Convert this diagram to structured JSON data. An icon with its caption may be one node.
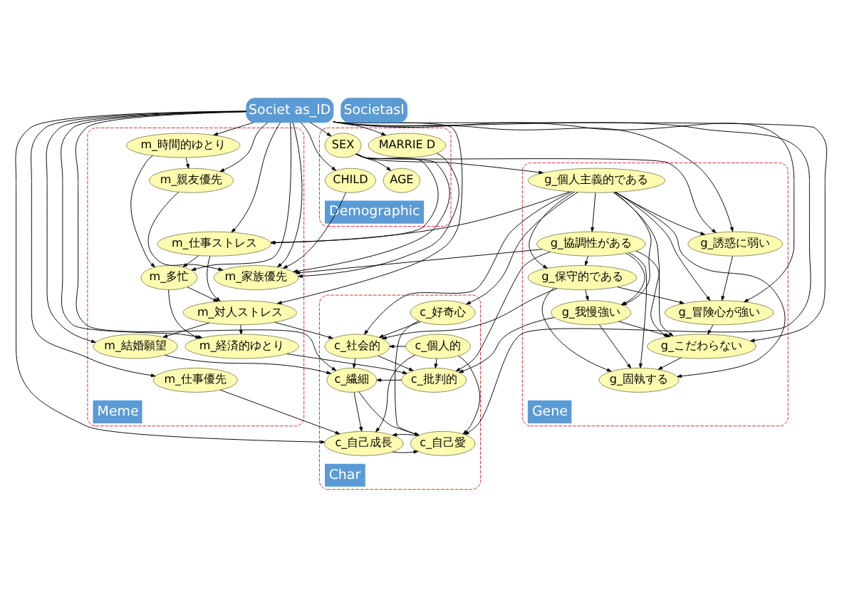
{
  "diagram": {
    "nodes": [
      {
        "text": [
          "Char"
        ]
      },
      {
        "text": [
          "c_自己愛"
        ],
        "in": 0
      },
      {
        "text": [
          "c_繊細"
        ],
        "in": 0
      },
      {
        "text": [
          "c_自己成長"
        ],
        "in": 0
      },
      {
        "text": [
          "c_批判的"
        ],
        "in": 0
      },
      {
        "text": [
          "c_個人的"
        ],
        "in": 0
      },
      {
        "text": [
          "c_社会的"
        ],
        "in": 0
      },
      {
        "text": [
          "c_好奇心"
        ],
        "in": 0
      },
      {
        "text": [
          "Meme"
        ]
      },
      {
        "text": [
          "m_仕事優先"
        ],
        "in": 8
      },
      {
        "text": [
          "m_結婚願望"
        ],
        "in": 8
      },
      {
        "text": [
          "m_経済的ゆとり"
        ],
        "in": 8
      },
      {
        "text": [
          "m_時間的ゆとり"
        ],
        "in": 8
      },
      {
        "text": [
          "m_対人ストレス"
        ],
        "in": 8
      },
      {
        "text": [
          "m_多忙"
        ],
        "in": 8
      },
      {
        "text": [
          "m_仕事ストレス"
        ],
        "in": 8
      },
      {
        "text": [
          "m_親友優先"
        ],
        "in": 8
      },
      {
        "text": [
          "m_家族優先"
        ],
        "in": 8
      },
      {
        "text": [
          "Societ as_ID"
        ]
      },
      {
        "text": [
          "SocietasI"
        ]
      },
      {
        "text": [
          "Demographic"
        ]
      },
      {
        "text": [
          "SEX"
        ],
        "in": 20
      },
      {
        "text": [
          "CHILD"
        ],
        "in": 20
      },
      {
        "text": [
          "AGE"
        ],
        "in": 20
      },
      {
        "text": [
          "MARRIE D"
        ],
        "in": 20
      },
      {
        "text": [
          "Gene"
        ]
      },
      {
        "text": [
          "g_個人主義的である"
        ],
        "in": 25
      },
      {
        "text": [
          "g_協調性がある"
        ],
        "in": 25
      },
      {
        "text": [
          "g_誘惑に弱い"
        ],
        "in": 25
      },
      {
        "text": [
          "g_保守的である"
        ],
        "in": 25
      },
      {
        "text": [
          "g_冒険心が強い"
        ],
        "in": 25
      },
      {
        "text": [
          "g_我慢強い"
        ],
        "in": 25
      },
      {
        "text": [
          "g_こだわらない"
        ],
        "in": 25
      },
      {
        "text": [
          "g_固執する"
        ],
        "in": 25
      }
    ],
    "edges": [
      {
        "from": 18,
        "to": 1,
        "arrow": "to"
      },
      {
        "from": 18,
        "to": 2,
        "arrow": "to"
      },
      {
        "from": 18,
        "to": 3,
        "arrow": "to"
      },
      {
        "from": 18,
        "to": 9,
        "arrow": "to"
      },
      {
        "from": 18,
        "to": 10,
        "arrow": "to"
      },
      {
        "from": 18,
        "to": 11,
        "arrow": "to"
      },
      {
        "from": 18,
        "to": 12,
        "arrow": "to"
      },
      {
        "from": 18,
        "to": 13,
        "arrow": "to"
      },
      {
        "from": 18,
        "to": 14,
        "arrow": "to"
      },
      {
        "from": 18,
        "to": 15,
        "arrow": "to"
      },
      {
        "from": 18,
        "to": 16,
        "arrow": "to"
      },
      {
        "from": 18,
        "to": 17,
        "arrow": "to"
      },
      {
        "from": 18,
        "to": 21,
        "arrow": "to"
      },
      {
        "from": 18,
        "to": 22,
        "arrow": "to"
      },
      {
        "from": 18,
        "to": 24,
        "arrow": "to"
      },
      {
        "from": 18,
        "to": 28,
        "arrow": "to"
      },
      {
        "from": 18,
        "to": 30,
        "arrow": "to"
      },
      {
        "from": 18,
        "to": 32,
        "arrow": "to"
      },
      {
        "from": 5,
        "to": 3,
        "arrow": "to"
      },
      {
        "from": 5,
        "to": 4,
        "arrow": "to"
      },
      {
        "from": 5,
        "to": 6,
        "arrow": "to"
      },
      {
        "from": 5,
        "to": 1,
        "arrow": "to"
      },
      {
        "from": 7,
        "to": 6,
        "arrow": "to"
      },
      {
        "from": 7,
        "to": 1,
        "arrow": "to"
      },
      {
        "from": 3,
        "to": 1,
        "arrow": "to"
      },
      {
        "from": 1,
        "to": 3,
        "arrow": "to"
      },
      {
        "from": 6,
        "to": 4,
        "arrow": "to"
      },
      {
        "from": 4,
        "to": 2,
        "arrow": "to"
      },
      {
        "from": 6,
        "to": 2,
        "arrow": "to"
      },
      {
        "from": 2,
        "to": 3,
        "arrow": "to"
      },
      {
        "from": 2,
        "to": 1,
        "arrow": "to"
      },
      {
        "from": 13,
        "to": 10,
        "arrow": "to"
      },
      {
        "from": 13,
        "to": 11,
        "arrow": "to"
      },
      {
        "from": 15,
        "to": 13,
        "arrow": "to"
      },
      {
        "from": 14,
        "to": 11,
        "arrow": "to"
      },
      {
        "from": 12,
        "to": 14,
        "arrow": "to"
      },
      {
        "from": 12,
        "to": 16,
        "arrow": "to"
      },
      {
        "from": 16,
        "to": 17,
        "arrow": "to"
      },
      {
        "from": 14,
        "to": 13,
        "arrow": "to"
      },
      {
        "from": 15,
        "to": 14,
        "arrow": "to"
      },
      {
        "from": 9,
        "to": 3,
        "arrow": "to"
      },
      {
        "from": 10,
        "to": 2,
        "arrow": "to"
      },
      {
        "from": 11,
        "to": 4,
        "arrow": "to"
      },
      {
        "from": 13,
        "to": 6,
        "arrow": "to"
      },
      {
        "from": 26,
        "to": 27,
        "arrow": "to"
      },
      {
        "from": 26,
        "to": 28,
        "arrow": "to"
      },
      {
        "from": 26,
        "to": 29,
        "arrow": "to"
      },
      {
        "from": 26,
        "to": 30,
        "arrow": "to"
      },
      {
        "from": 26,
        "to": 31,
        "arrow": "to"
      },
      {
        "from": 26,
        "to": 32,
        "arrow": "to"
      },
      {
        "from": 26,
        "to": 33,
        "arrow": "to"
      },
      {
        "from": 27,
        "to": 29,
        "arrow": "to"
      },
      {
        "from": 27,
        "to": 31,
        "arrow": "to"
      },
      {
        "from": 27,
        "to": 32,
        "arrow": "to"
      },
      {
        "from": 29,
        "to": 31,
        "arrow": "to"
      },
      {
        "from": 29,
        "to": 33,
        "arrow": "to"
      },
      {
        "from": 29,
        "to": 30,
        "arrow": "to"
      },
      {
        "from": 31,
        "to": 32,
        "arrow": "to"
      },
      {
        "from": 31,
        "to": 33,
        "arrow": "to"
      },
      {
        "from": 28,
        "to": 30,
        "arrow": "to"
      },
      {
        "from": 30,
        "to": 32,
        "arrow": "to"
      },
      {
        "from": 32,
        "to": 33,
        "arrow": "to"
      },
      {
        "from": 27,
        "to": 33,
        "arrow": "to"
      },
      {
        "from": 26,
        "to": 6,
        "arrow": "to"
      },
      {
        "from": 27,
        "to": 4,
        "arrow": "to"
      },
      {
        "from": 31,
        "to": 4,
        "arrow": "to"
      },
      {
        "from": 29,
        "to": 6,
        "arrow": "to"
      },
      {
        "from": 26,
        "to": 7,
        "arrow": "to"
      },
      {
        "from": 21,
        "to": 23,
        "arrow": "to"
      },
      {
        "from": 21,
        "to": 17,
        "arrow": "to"
      },
      {
        "from": 21,
        "to": 15,
        "arrow": "to"
      },
      {
        "from": 22,
        "to": 17,
        "arrow": "to"
      },
      {
        "from": 24,
        "to": 17,
        "arrow": "to"
      },
      {
        "from": 21,
        "to": 26,
        "arrow": "to"
      },
      {
        "from": 21,
        "to": 28,
        "arrow": "to"
      },
      {
        "from": 26,
        "to": 15,
        "arrow": "to"
      },
      {
        "from": 27,
        "to": 17,
        "arrow": "to"
      }
    ]
  }
}
